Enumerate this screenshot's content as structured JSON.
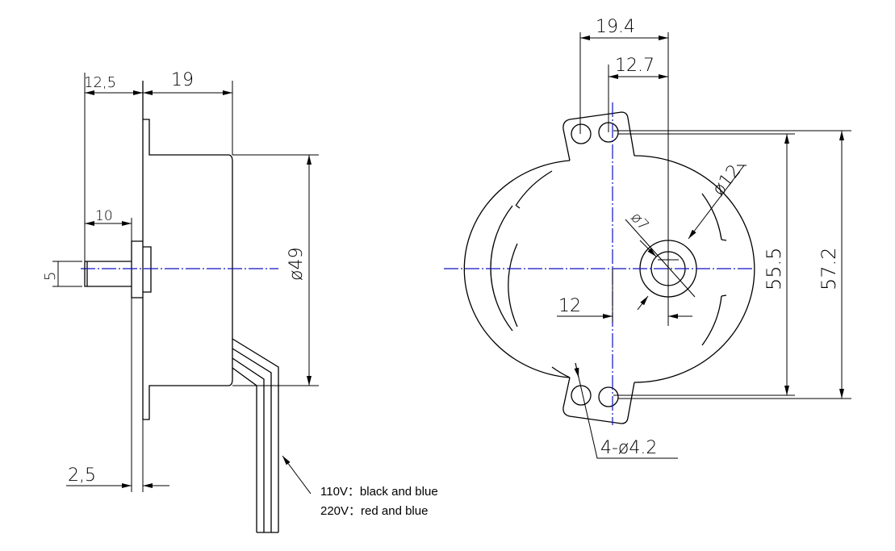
{
  "side_view": {
    "dims": {
      "flange_offset": "12,5",
      "body_depth": "19",
      "shaft_length": "10",
      "shaft_dia": "5",
      "body_dia": "ø49",
      "plate_thickness": "2,5"
    },
    "wire_note": [
      "110V：black and blue",
      "220V：red and blue"
    ]
  },
  "front_view": {
    "dims": {
      "hole_span": "19.4",
      "hole_offset": "12.7",
      "hub_outer": "ø12",
      "hub_inner": "ø7",
      "shaft_offset": "12",
      "hole_pitch": "55.5",
      "overall_height": "57.2",
      "holes": "4-ø4.2"
    }
  },
  "colors": {
    "line": "#000000",
    "centerline": "#1010c0"
  }
}
